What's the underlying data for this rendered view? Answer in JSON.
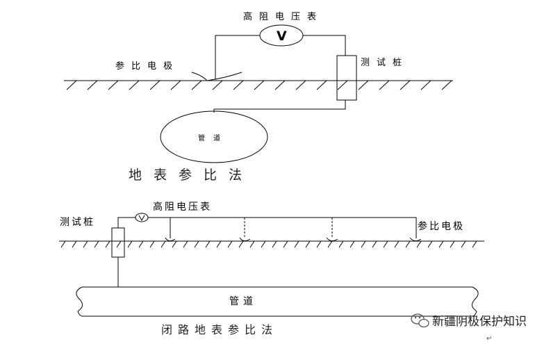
{
  "top": {
    "voltmeter_label": "高阻电压表",
    "voltmeter_symbol": "V",
    "reference_electrode_label": "参比电极",
    "test_post_label": "测试桩",
    "pipe_label": "管道",
    "method_title": "地表参比法"
  },
  "bottom": {
    "voltmeter_label": "高阻电压表",
    "test_post_label": "测试桩",
    "reference_electrode_label": "参比电极",
    "pipe_label": "管道",
    "method_title": "闭路地表参比法"
  },
  "watermark": {
    "text": "新疆阴极保护知识",
    "icon": "wechat-icon"
  },
  "return_mark": "↵"
}
